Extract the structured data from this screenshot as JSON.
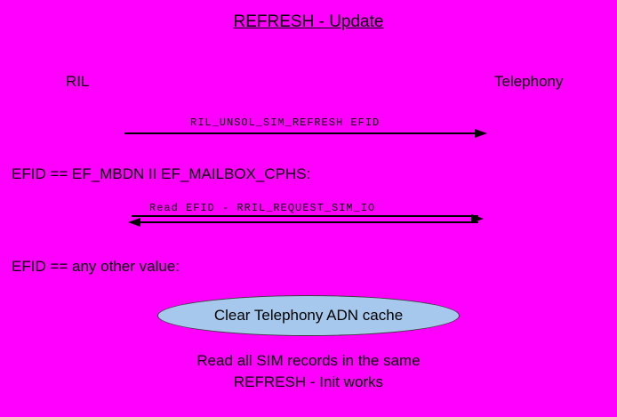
{
  "title": "REFRESH - Update",
  "actors": {
    "left": "RIL",
    "right": "Telephony"
  },
  "messages": {
    "refresh_arrow_label": "RIL_UNSOL_SIM_REFRESH EFID",
    "read_arrow_label": "Read EFID - RRIL_REQUEST_SIM_IO"
  },
  "conditions": {
    "mailbox_case": "EFID == EF_MBDN II EF_MAILBOX_CPHS:",
    "other_case": "EFID == any other value:"
  },
  "action_bubble": {
    "label": "Clear Telephony ADN cache",
    "fill_color": "#a5c8ec",
    "border_color": "#3c3c3c"
  },
  "footer": {
    "line1": "Read all SIM records in the same",
    "line2": "REFRESH - Init works"
  },
  "colors": {
    "background": "#ff00ff",
    "text": "#000000"
  }
}
